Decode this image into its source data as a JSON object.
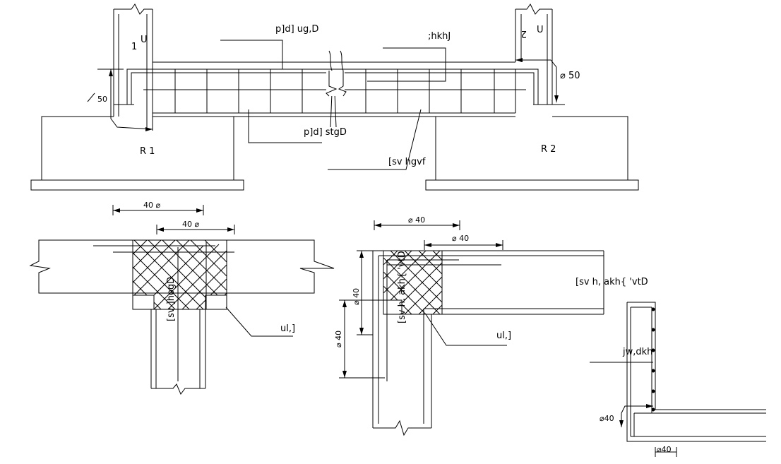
{
  "labels": {
    "top_bar_label": "p]d] ug,D",
    "stirrup_label": ";hkhJ",
    "bottom_bar_label": "p]d] stgD",
    "beam_label": "[sv hgvf",
    "col1_mark": "1",
    "col1_u": "U",
    "col2_mark": "2",
    "col2_u": "U",
    "support1": "R 1",
    "support2": "R 2",
    "dim_50_left": "50",
    "dim_50_right": "50",
    "phi_symbol": "⌀",
    "dim_40_left_a": "40 ⌀",
    "dim_40_left_b": "40 ⌀",
    "vert_text_left": "[sv ]hogD",
    "ul_left": "ul,]",
    "dim_40_mid_a": "⌀ 40",
    "dim_40_mid_b": "⌀ 40",
    "vert_dim_a": "⌀ 40",
    "vert_dim_b": "⌀ 40",
    "vert_text_mid": "[sv h, akh{ 'vtD",
    "ul_mid": "ul,]",
    "corner_label": "[sv h, akh{ 'vtD",
    "wall_label": "jw,dkh",
    "dim_40_br_a": "⌀40",
    "dim_40_br_b": "⌀40"
  }
}
